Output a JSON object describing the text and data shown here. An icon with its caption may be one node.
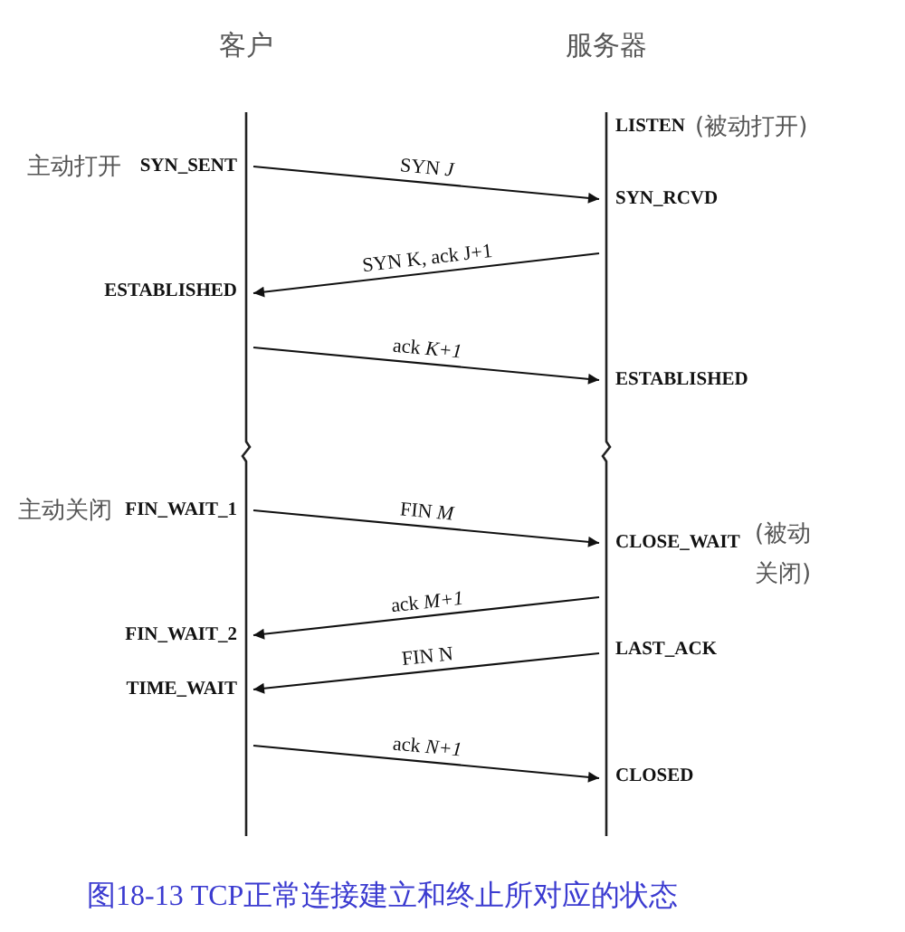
{
  "diagram": {
    "caption": "图18-13 TCP正常连接建立和终止所对应的状态",
    "nodes": [
      {
        "text": [
          "客户"
        ]
      },
      {
        "text": [
          "服务器"
        ]
      }
    ],
    "edges": [
      {
        "from": 0,
        "to": 1,
        "arrow": "to",
        "label": "SYN *J*"
      },
      {
        "from": 1,
        "to": 0,
        "arrow": "to",
        "label": "SYN K, ack J+1"
      },
      {
        "from": 0,
        "to": 1,
        "arrow": "to",
        "label": "ack *K+1*"
      },
      {
        "from": 0,
        "to": 1,
        "arrow": "to",
        "label": "FIN *M*"
      },
      {
        "from": 1,
        "to": 0,
        "arrow": "to",
        "label": "ack *M+1*"
      },
      {
        "from": 1,
        "to": 0,
        "arrow": "to",
        "label": "FIN N"
      },
      {
        "from": 0,
        "to": 1,
        "arrow": "to",
        "label": "ack *N+1*"
      }
    ],
    "labels": [
      "LISTEN",
      "(被动打开)",
      "主动打开",
      "SYN_SENT",
      "SYN_RCVD",
      "ESTABLISHED",
      "ESTABLISHED",
      "主动关闭",
      "FIN_WAIT_1",
      "CLOSE_WAIT",
      "(被动关闭)",
      "FIN_WAIT_2",
      "LAST_ACK",
      "TIME_WAIT",
      "CLOSED"
    ]
  }
}
